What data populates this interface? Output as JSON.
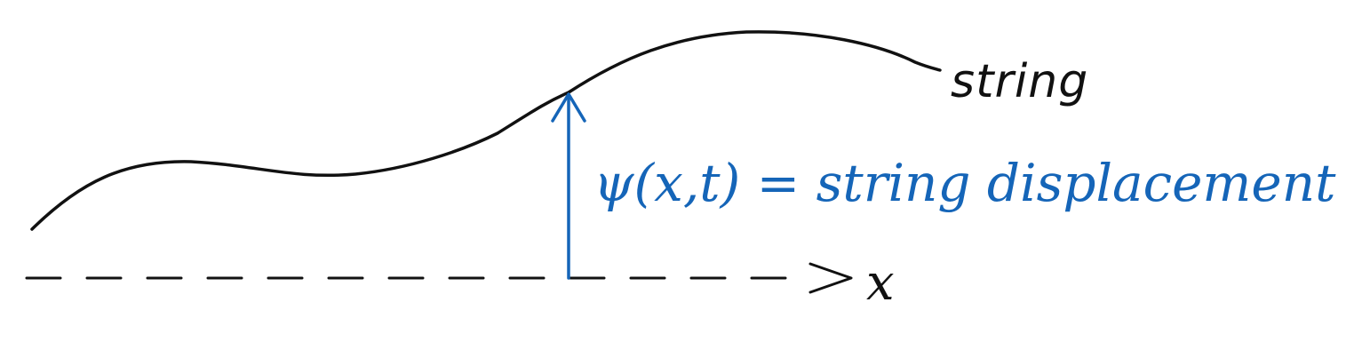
{
  "labels": {
    "string": "string",
    "displacement": "ψ(x,t) = string displacement",
    "axis": "x"
  },
  "colors": {
    "ink": "#111111",
    "accent": "#1565b8"
  }
}
